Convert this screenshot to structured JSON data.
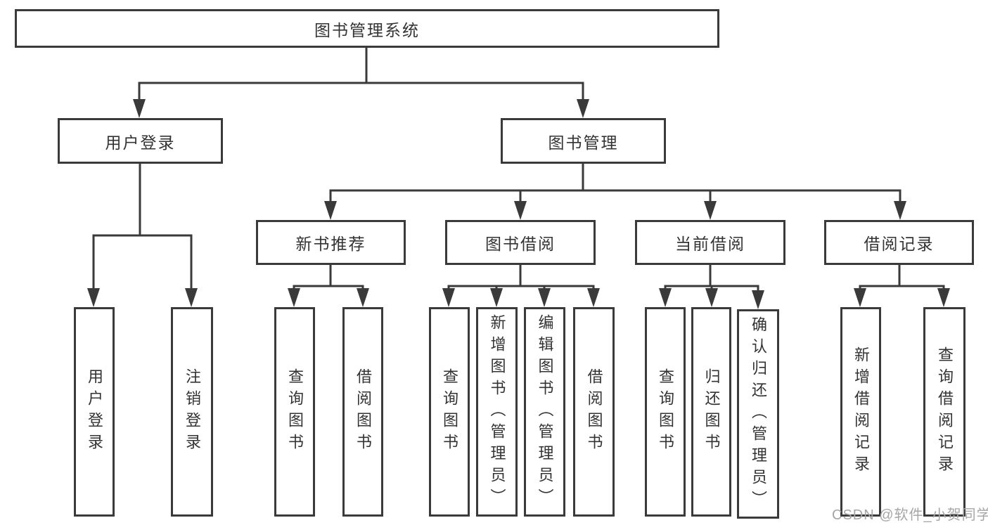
{
  "tree": {
    "root_label": "图书管理系统",
    "user_branch": {
      "label": "用户登录",
      "children": [
        "用户登录",
        "注销登录"
      ]
    },
    "book_branch": {
      "label": "图书管理",
      "sections": [
        {
          "label": "新书推荐",
          "children": [
            "查询图书",
            "借阅图书"
          ]
        },
        {
          "label": "图书借阅",
          "children": [
            "查询图书",
            "新增图书（管理员）",
            "编辑图书（管理员）",
            "借阅图书"
          ]
        },
        {
          "label": "当前借阅",
          "children": [
            "查询图书",
            "归还图书",
            "确认归还（管理员）"
          ]
        },
        {
          "label": "借阅记录",
          "children": [
            "新增借阅记录",
            "查询借阅记录"
          ]
        }
      ]
    }
  },
  "watermark": {
    "text": "CSDN @软件_小贺同学"
  },
  "colors": {
    "line": "#3a3a3a",
    "text": "#333333",
    "box_background": "#ffffff",
    "page_background": "#ffffff",
    "watermark": "#a6a6a6"
  }
}
